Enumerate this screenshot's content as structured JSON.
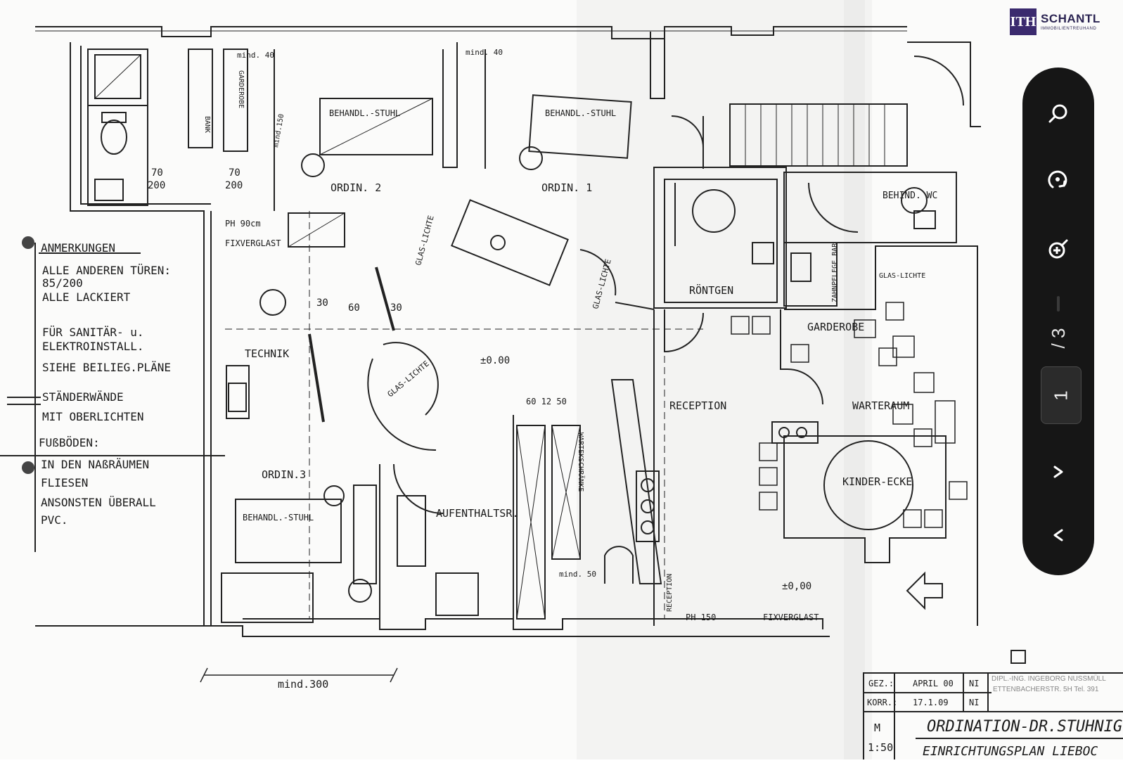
{
  "logo": {
    "mark": "ITH",
    "brand": "SCHANTL",
    "subtitle": "IMMOBILIENTREUHAND"
  },
  "viewer": {
    "current_page": "1",
    "total_pages": "/ 3"
  },
  "icons": [
    "search-icon",
    "rotate-icon",
    "zoom-in-icon",
    "chevron-right-icon",
    "chevron-left-icon"
  ],
  "plan": {
    "notes": {
      "heading": "ANMERKUNGEN",
      "lines": [
        "ALLE ANDEREN TÜREN:",
        "85/200",
        "ALLE LACKIERT",
        "FÜR SANITÄR- u.",
        "ELEKTROINSTALL.",
        "SIEHE BEILIEG.PLÄNE",
        "STÄNDERWÄNDE",
        "MIT OBERLICHTEN",
        "FUßBÖDEN:",
        "IN DEN NAßRÄUMEN",
        "FLIESEN",
        "ANSONSTEN ÜBERALL",
        "PVC."
      ]
    },
    "rooms": {
      "ordin2": "ORDIN. 2",
      "ordin1": "ORDIN. 1",
      "ordin3": "ORDIN.3",
      "technik": "TECHNIK",
      "reception": "RECEPTION",
      "warteraum": "WARTERAUM",
      "kinderecke": "KINDER-ECKE",
      "aufenthalts": "AUFENTHALTSR.",
      "roentgen": "RÖNTGEN",
      "garderobe": "GARDEROBE",
      "behind_wc": "BEHIND. WC"
    },
    "labels": {
      "stuhl2": "BEHANDL.-STUHL",
      "stuhl1": "BEHANDL.-STUHL",
      "stuhl3": "BEHANDL.-STUHL",
      "door70a": "70",
      "door200a": "200",
      "door70b": "70",
      "door200b": "200",
      "ph90": "PH 90cm",
      "fixverglast1": "FIXVERGLAST",
      "glas1": "GLAS-LICHTE",
      "glas2": "GLAS-LICHTE",
      "glas3": "GLAS-LICHTE",
      "glas4": "GLAS-LICHTE",
      "dim30a": "30",
      "dim60": "60",
      "dim30b": "30",
      "level1": "±0.00",
      "level2": "±0,00",
      "dim60_50": "60 12 50",
      "mind40a": "mind. 40",
      "mind40b": "mind. 40",
      "mind150": "mind.150",
      "mind50": "mind. 50",
      "mind300": "mind.300",
      "ph150": "PH 150",
      "fixverglast2": "FIXVERGLAST",
      "bank": "BANK",
      "garderobe_v": "GARDEROBE",
      "zahnpflege": "ZAHNPFLEGE BAR",
      "wartetisch": "WARTEKSCHRÄNKE",
      "receptionv": "RECEPTION"
    },
    "title_block": {
      "gez_label": "GEZ.:",
      "gez_date": "APRIL 00",
      "gez_init": "NI",
      "korr_label": "KORR.:",
      "korr_date": "17.1.09",
      "korr_init": "NI",
      "office1": "DIPL.-ING. INGEBORG NUSSMÜLL",
      "office2": "ETTENBACHERSTR. 5H Tel. 391",
      "m_label": "M",
      "scale": "1:50",
      "project": "ORDINATION-DR.STUHNIG",
      "subtitle": "EINRICHTUNGSPLAN LIEBOC"
    }
  }
}
